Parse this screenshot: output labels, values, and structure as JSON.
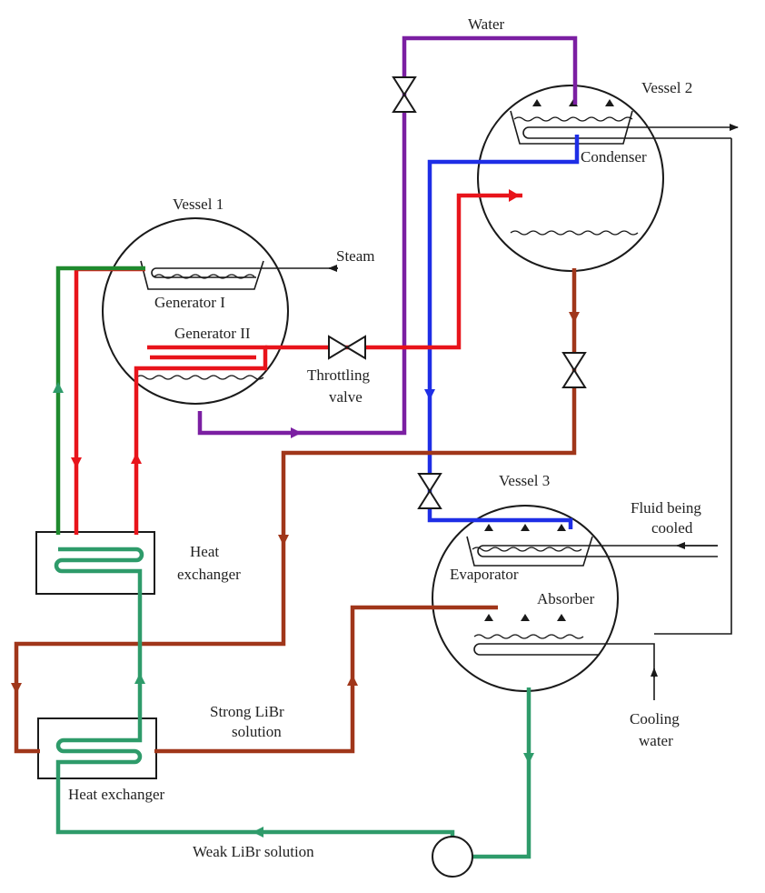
{
  "labels": {
    "water": "Water",
    "vessel2": "Vessel 2",
    "condenser": "Condenser",
    "vessel1": "Vessel 1",
    "steam": "Steam",
    "generator1": "Generator I",
    "generator2": "Generator II",
    "throttling_valve_l1": "Throttling",
    "throttling_valve_l2": "valve",
    "vessel3": "Vessel 3",
    "fluid_cooled_l1": "Fluid being",
    "fluid_cooled_l2": "cooled",
    "heat_exchanger_top_l1": "Heat",
    "heat_exchanger_top_l2": "exchanger",
    "evaporator": "Evaporator",
    "absorber": "Absorber",
    "strong_libr_l1": "Strong LiBr",
    "strong_libr_l2": "solution",
    "cooling_water_l1": "Cooling",
    "cooling_water_l2": "water",
    "heat_exchanger_bottom": "Heat exchanger",
    "weak_libr": "Weak LiBr solution"
  },
  "colors": {
    "purple_water_vapor": "#7b1fa2",
    "blue_refrigerant": "#1e2ee6",
    "red_vapor": "#e8141b",
    "brown_solution": "#a0361a",
    "green_weak_solution": "#2e9b6a",
    "dark_green": "#1f8a2e",
    "ink": "#1a1a1a"
  }
}
